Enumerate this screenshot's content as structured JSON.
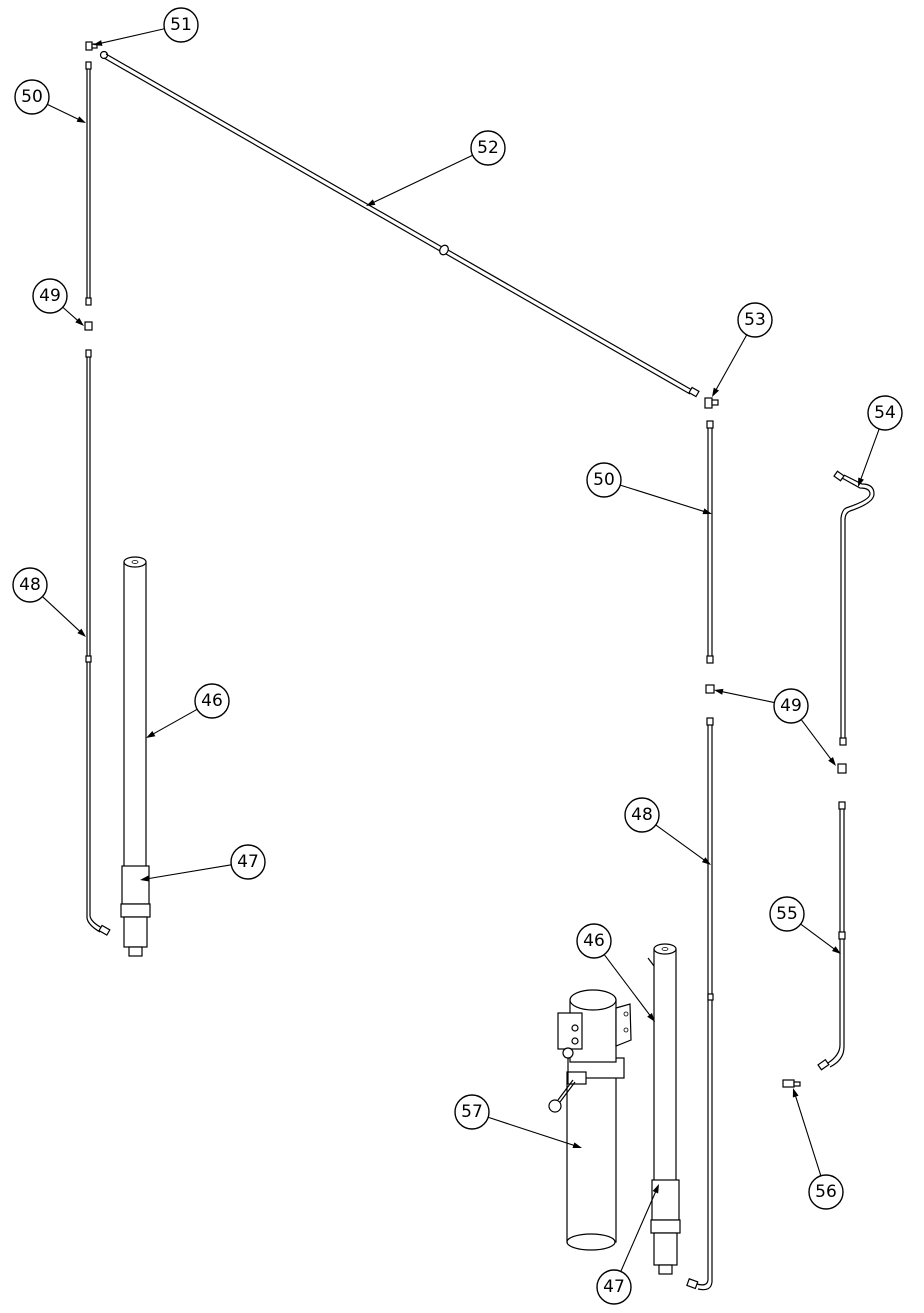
{
  "callouts": [
    {
      "id": "c-51-top",
      "label": "51"
    },
    {
      "id": "c-50-left",
      "label": "50"
    },
    {
      "id": "c-52",
      "label": "52"
    },
    {
      "id": "c-49-left",
      "label": "49"
    },
    {
      "id": "c-53",
      "label": "53"
    },
    {
      "id": "c-54",
      "label": "54"
    },
    {
      "id": "c-50-right",
      "label": "50"
    },
    {
      "id": "c-48-left",
      "label": "48"
    },
    {
      "id": "c-46-left",
      "label": "46"
    },
    {
      "id": "c-49-right",
      "label": "49"
    },
    {
      "id": "c-48-right",
      "label": "48"
    },
    {
      "id": "c-47-left",
      "label": "47"
    },
    {
      "id": "c-55",
      "label": "55"
    },
    {
      "id": "c-46-right",
      "label": "46"
    },
    {
      "id": "c-57",
      "label": "57"
    },
    {
      "id": "c-56",
      "label": "56"
    },
    {
      "id": "c-47-right",
      "label": "47"
    }
  ]
}
